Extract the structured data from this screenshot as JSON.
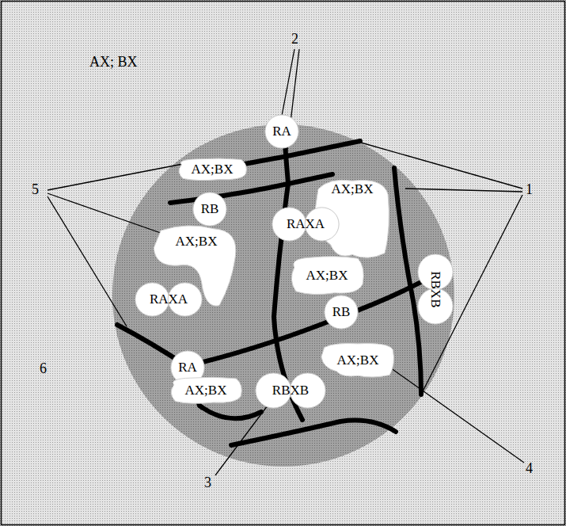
{
  "diagram": {
    "nodes": [
      {
        "text": [
          "RA"
        ]
      },
      {
        "text": [
          "AX;BX"
        ]
      },
      {
        "text": [
          "RB"
        ]
      },
      {
        "text": [
          "AX;BX"
        ]
      },
      {
        "text": [
          "RAXA"
        ]
      },
      {
        "text": [
          "AX;BX"
        ]
      },
      {
        "text": [
          "AX;BX"
        ]
      },
      {
        "text": [
          "RBXB"
        ]
      },
      {
        "text": [
          "RAXA"
        ]
      },
      {
        "text": [
          "RB"
        ]
      },
      {
        "text": [
          "RA"
        ]
      },
      {
        "text": [
          "AX;BX"
        ]
      },
      {
        "text": [
          "AX;BX"
        ]
      },
      {
        "text": [
          "RBXB"
        ]
      }
    ],
    "labels": [
      "AX; BX",
      "1",
      "2",
      "3",
      "4",
      "5",
      "6"
    ]
  }
}
